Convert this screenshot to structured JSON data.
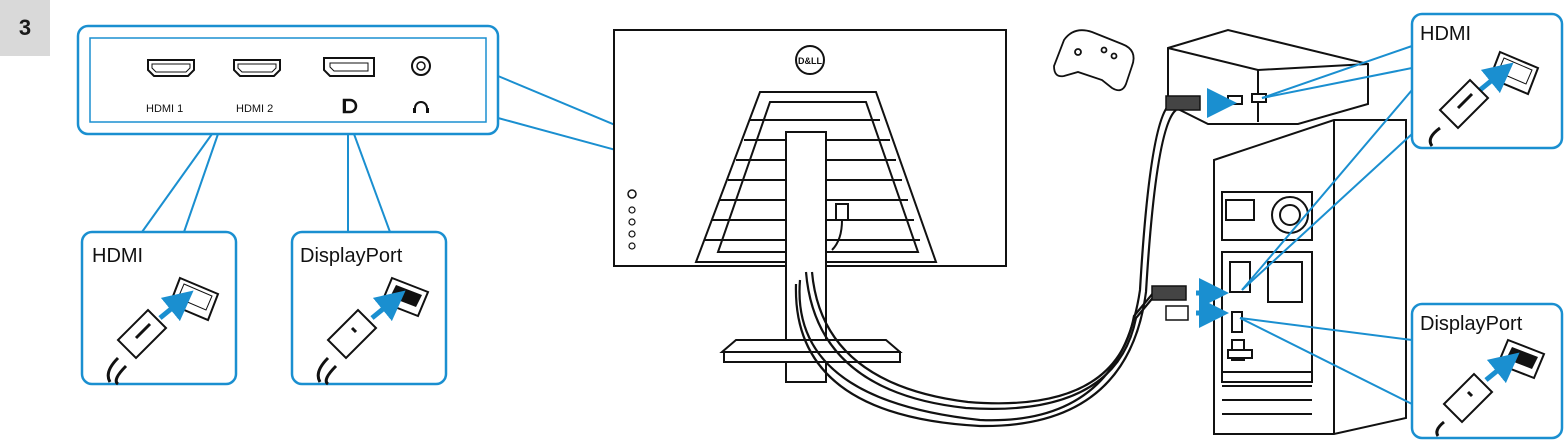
{
  "step": {
    "number": "3"
  },
  "ports_panel": {
    "ports": [
      {
        "label": "HDMI 1"
      },
      {
        "label": "HDMI 2"
      },
      {
        "label": ""
      },
      {
        "label": ""
      }
    ]
  },
  "callouts": {
    "monitor_hdmi": "HDMI",
    "monitor_dp": "DisplayPort",
    "pc_hdmi": "HDMI",
    "pc_dp": "DisplayPort"
  },
  "brand": {
    "logo_text": "D&LL"
  },
  "colors": {
    "accent": "#1a8fd0",
    "line": "#1a1a1a",
    "badge_bg": "#d9d9d9"
  }
}
